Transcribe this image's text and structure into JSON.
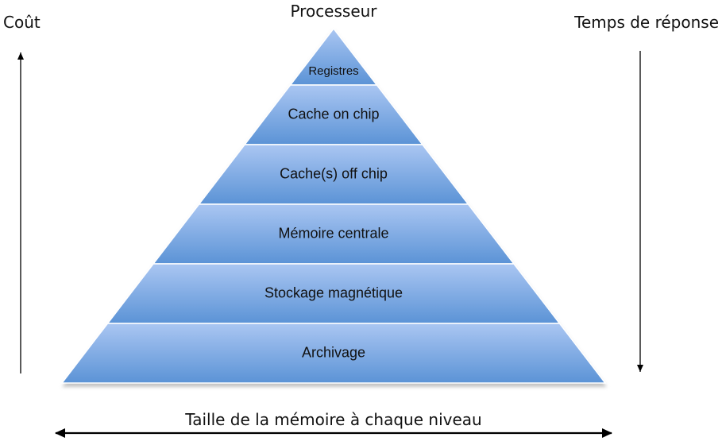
{
  "labels": {
    "processor": "Processeur",
    "cost": "Coût",
    "response_time": "Temps de réponse",
    "size": "Taille de la mémoire à chaque niveau"
  },
  "pyramid": {
    "levels": [
      {
        "label": "Registres"
      },
      {
        "label": "Cache on chip"
      },
      {
        "label": "Cache(s) off chip"
      },
      {
        "label": "Mémoire centrale"
      },
      {
        "label": "Stockage magnétique"
      },
      {
        "label": "Archivage"
      }
    ],
    "colors": {
      "band_top": "#aac6f2",
      "band_bottom": "#5b93d6",
      "separator": "#ffffff",
      "shadow": "#c4c4c4"
    }
  }
}
